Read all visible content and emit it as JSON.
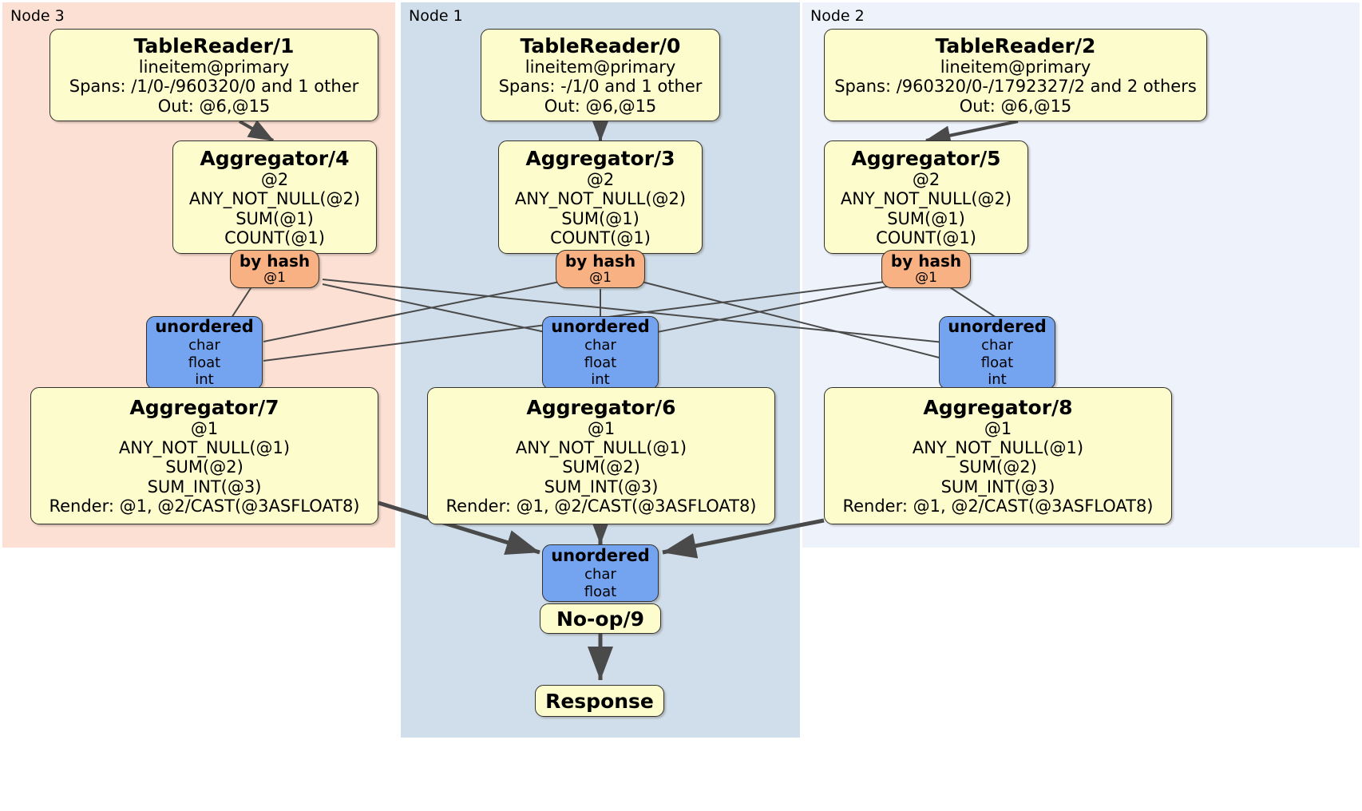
{
  "diagram": {
    "title": "Distributed SQL physical plan",
    "colors": {
      "node3_panel": "#FBE0D3",
      "node1_panel": "#CFDEEA",
      "node2_panel": "#EDF2FB",
      "processor_box": "#FCFCCD",
      "router": "#F8B183",
      "stream": "#74A3F0",
      "edge": "#4A4A4A",
      "border": "#33312C"
    }
  },
  "panels": [
    {
      "label": "Node 3"
    },
    {
      "label": "Node 1"
    },
    {
      "label": "Node 2"
    }
  ],
  "table_readers": [
    {
      "title": "TableReader/1",
      "table": "lineitem@primary",
      "spans": "Spans: /1/0-/960320/0 and 1 other",
      "out": "Out: @6,@15"
    },
    {
      "title": "TableReader/0",
      "table": "lineitem@primary",
      "spans": "Spans: -/1/0 and 1 other",
      "out": "Out: @6,@15"
    },
    {
      "title": "TableReader/2",
      "table": "lineitem@primary",
      "spans": "Spans: /960320/0-/1792327/2 and 2 others",
      "out": "Out: @6,@15"
    }
  ],
  "local_aggregators": [
    {
      "title": "Aggregator/4",
      "group": "@2",
      "aggs": [
        "ANY_NOT_NULL(@2)",
        "SUM(@1)",
        "COUNT(@1)"
      ]
    },
    {
      "title": "Aggregator/3",
      "group": "@2",
      "aggs": [
        "ANY_NOT_NULL(@2)",
        "SUM(@1)",
        "COUNT(@1)"
      ]
    },
    {
      "title": "Aggregator/5",
      "group": "@2",
      "aggs": [
        "ANY_NOT_NULL(@2)",
        "SUM(@1)",
        "COUNT(@1)"
      ]
    }
  ],
  "routers": [
    {
      "title": "by hash",
      "key": "@1"
    },
    {
      "title": "by hash",
      "key": "@1"
    },
    {
      "title": "by hash",
      "key": "@1"
    }
  ],
  "streams": [
    {
      "title": "unordered",
      "types": [
        "char",
        "float",
        "int"
      ]
    },
    {
      "title": "unordered",
      "types": [
        "char",
        "float",
        "int"
      ]
    },
    {
      "title": "unordered",
      "types": [
        "char",
        "float",
        "int"
      ]
    }
  ],
  "final_aggregators": [
    {
      "title": "Aggregator/7",
      "group": "@1",
      "aggs": [
        "ANY_NOT_NULL(@1)",
        "SUM(@2)",
        "SUM_INT(@3)"
      ],
      "render": "Render: @1, @2/CAST(@3ASFLOAT8)"
    },
    {
      "title": "Aggregator/6",
      "group": "@1",
      "aggs": [
        "ANY_NOT_NULL(@1)",
        "SUM(@2)",
        "SUM_INT(@3)"
      ],
      "render": "Render: @1, @2/CAST(@3ASFLOAT8)"
    },
    {
      "title": "Aggregator/8",
      "group": "@1",
      "aggs": [
        "ANY_NOT_NULL(@1)",
        "SUM(@2)",
        "SUM_INT(@3)"
      ],
      "render": "Render: @1, @2/CAST(@3ASFLOAT8)"
    }
  ],
  "final_stream": {
    "title": "unordered",
    "types": [
      "char",
      "float"
    ]
  },
  "noop": {
    "title": "No-op/9"
  },
  "response": {
    "title": "Response"
  }
}
